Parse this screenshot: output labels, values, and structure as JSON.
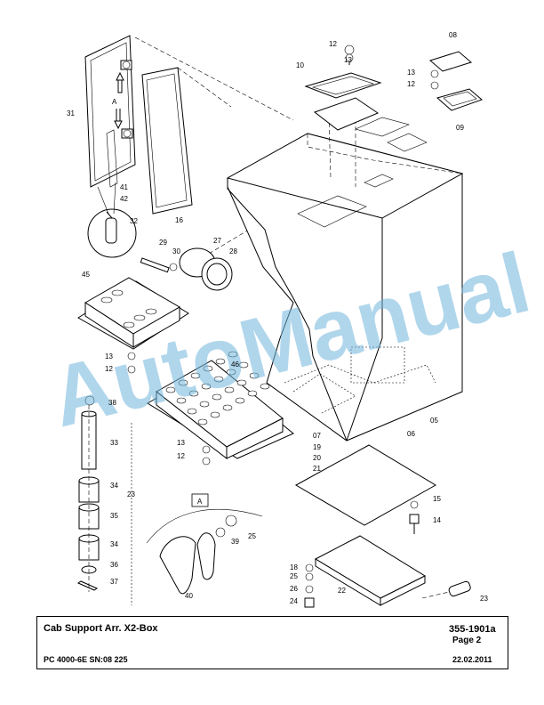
{
  "callouts": [
    "08",
    "12",
    "13",
    "10",
    "13",
    "12",
    "09",
    "31",
    "A",
    "41",
    "42",
    "32",
    "16",
    "29",
    "30",
    "27",
    "28",
    "45",
    "13",
    "12",
    "46",
    "38",
    "33",
    "07",
    "19",
    "20",
    "21",
    "05",
    "06",
    "15",
    "14",
    "13",
    "12",
    "23",
    "34",
    "35",
    "34",
    "36",
    "37",
    "A",
    "39",
    "25",
    "40",
    "18",
    "25",
    "26",
    "24",
    "22",
    "23"
  ],
  "watermark": "AutoManual",
  "title_block": {
    "title": "Cab Support Arr. X2-Box",
    "document_number": "355-1901a",
    "page": "Page 2",
    "model": "PC 4000-6E SN:08 225",
    "date": "22.02.2011"
  }
}
